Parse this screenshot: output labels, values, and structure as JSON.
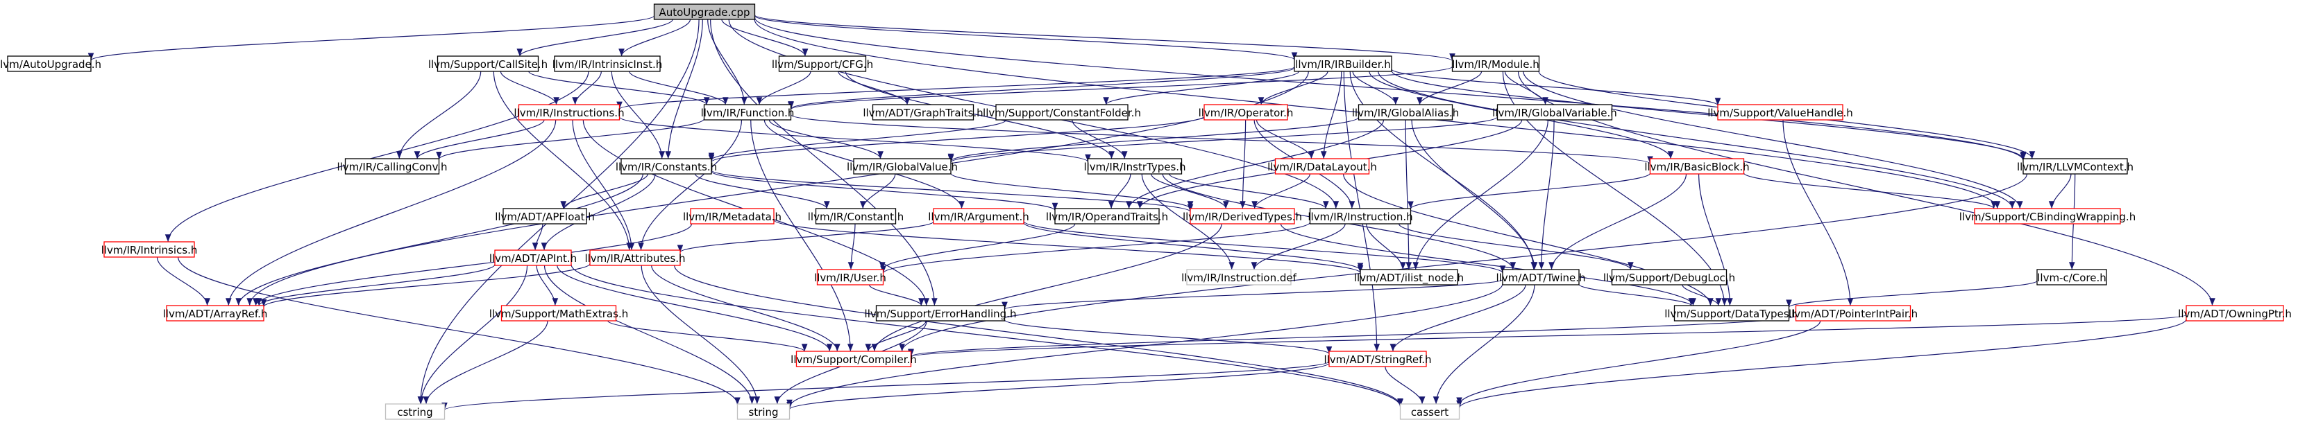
{
  "colors": {
    "edge": "#191970",
    "root_fill": "#bfbfbf",
    "root_stroke": "#000000",
    "normal_stroke": "#000000",
    "missing_stroke": "#ff0000",
    "external_stroke": "#bfbfbf",
    "text": "#000000"
  },
  "nodes": [
    {
      "id": "root",
      "label": "AutoUpgrade.cpp",
      "style": "root"
    },
    {
      "id": "autoup",
      "label": "llvm/AutoUpgrade.h",
      "style": "normal"
    },
    {
      "id": "callsite",
      "label": "llvm/Support/CallSite.h",
      "style": "normal"
    },
    {
      "id": "intrinsicinst",
      "label": "llvm/IR/IntrinsicInst.h",
      "style": "normal"
    },
    {
      "id": "cfg",
      "label": "llvm/Support/CFG.h",
      "style": "normal"
    },
    {
      "id": "irbuilder",
      "label": "llvm/IR/IRBuilder.h",
      "style": "normal"
    },
    {
      "id": "module",
      "label": "llvm/IR/Module.h",
      "style": "normal"
    },
    {
      "id": "instructions",
      "label": "llvm/IR/Instructions.h",
      "style": "missing"
    },
    {
      "id": "function",
      "label": "llvm/IR/Function.h",
      "style": "normal"
    },
    {
      "id": "graphtraits",
      "label": "llvm/ADT/GraphTraits.h",
      "style": "normal"
    },
    {
      "id": "constantfolder",
      "label": "llvm/Support/ConstantFolder.h",
      "style": "normal"
    },
    {
      "id": "operator",
      "label": "llvm/IR/Operator.h",
      "style": "missing"
    },
    {
      "id": "globalalias",
      "label": "llvm/IR/GlobalAlias.h",
      "style": "normal"
    },
    {
      "id": "globalvariable",
      "label": "llvm/IR/GlobalVariable.h",
      "style": "normal"
    },
    {
      "id": "valuehandle",
      "label": "llvm/Support/ValueHandle.h",
      "style": "missing"
    },
    {
      "id": "llvmcontext",
      "label": "llvm/IR/LLVMContext.h",
      "style": "normal"
    },
    {
      "id": "callingconv",
      "label": "llvm/IR/CallingConv.h",
      "style": "normal"
    },
    {
      "id": "constants",
      "label": "llvm/IR/Constants.h",
      "style": "normal"
    },
    {
      "id": "globalvalue",
      "label": "llvm/IR/GlobalValue.h",
      "style": "normal"
    },
    {
      "id": "instrtypes",
      "label": "llvm/IR/InstrTypes.h",
      "style": "normal"
    },
    {
      "id": "datalayout",
      "label": "llvm/IR/DataLayout.h",
      "style": "missing"
    },
    {
      "id": "basicblock",
      "label": "llvm/IR/BasicBlock.h",
      "style": "missing"
    },
    {
      "id": "intrinsics",
      "label": "llvm/IR/Intrinsics.h",
      "style": "missing"
    },
    {
      "id": "apfloat",
      "label": "llvm/ADT/APFloat.h",
      "style": "normal"
    },
    {
      "id": "metadata",
      "label": "llvm/IR/Metadata.h",
      "style": "missing"
    },
    {
      "id": "constant",
      "label": "llvm/IR/Constant.h",
      "style": "normal"
    },
    {
      "id": "argument",
      "label": "llvm/IR/Argument.h",
      "style": "missing"
    },
    {
      "id": "operandtraits",
      "label": "llvm/IR/OperandTraits.h",
      "style": "normal"
    },
    {
      "id": "derivedtypes",
      "label": "llvm/IR/DerivedTypes.h",
      "style": "missing"
    },
    {
      "id": "instruction",
      "label": "llvm/IR/Instruction.h",
      "style": "normal"
    },
    {
      "id": "cbinding",
      "label": "llvm/Support/CBindingWrapping.h",
      "style": "missing"
    },
    {
      "id": "apint",
      "label": "llvm/ADT/APInt.h",
      "style": "missing"
    },
    {
      "id": "attributes",
      "label": "llvm/IR/Attributes.h",
      "style": "missing"
    },
    {
      "id": "user",
      "label": "llvm/IR/User.h",
      "style": "missing"
    },
    {
      "id": "instructiondef",
      "label": "llvm/IR/Instruction.def",
      "style": "external"
    },
    {
      "id": "ilistnode",
      "label": "llvm/ADT/ilist_node.h",
      "style": "normal"
    },
    {
      "id": "twine",
      "label": "llvm/ADT/Twine.h",
      "style": "normal"
    },
    {
      "id": "debugloc",
      "label": "llvm/Support/DebugLoc.h",
      "style": "normal"
    },
    {
      "id": "ccore",
      "label": "llvm-c/Core.h",
      "style": "normal"
    },
    {
      "id": "arrayref",
      "label": "llvm/ADT/ArrayRef.h",
      "style": "missing"
    },
    {
      "id": "mathextras",
      "label": "llvm/Support/MathExtras.h",
      "style": "missing"
    },
    {
      "id": "errorhandling",
      "label": "llvm/Support/ErrorHandling.h",
      "style": "normal"
    },
    {
      "id": "datatypes",
      "label": "llvm/Support/DataTypes.h",
      "style": "normal"
    },
    {
      "id": "pointerintpair",
      "label": "llvm/ADT/PointerIntPair.h",
      "style": "missing"
    },
    {
      "id": "owningptr",
      "label": "llvm/ADT/OwningPtr.h",
      "style": "missing"
    },
    {
      "id": "compiler",
      "label": "llvm/Support/Compiler.h",
      "style": "missing"
    },
    {
      "id": "stringref",
      "label": "llvm/ADT/StringRef.h",
      "style": "missing"
    },
    {
      "id": "cstring",
      "label": "cstring",
      "style": "external"
    },
    {
      "id": "string",
      "label": "string",
      "style": "external"
    },
    {
      "id": "cassert",
      "label": "cassert",
      "style": "external"
    }
  ],
  "edges": [
    [
      "root",
      "autoup"
    ],
    [
      "root",
      "callsite"
    ],
    [
      "root",
      "intrinsicinst"
    ],
    [
      "root",
      "cfg"
    ],
    [
      "root",
      "irbuilder"
    ],
    [
      "root",
      "module"
    ],
    [
      "root",
      "function"
    ],
    [
      "root",
      "constants"
    ],
    [
      "root",
      "instruction"
    ],
    [
      "root",
      "llvmcontext"
    ],
    [
      "root",
      "errorhandling"
    ],
    [
      "root",
      "cstring"
    ],
    [
      "root",
      "cbinding"
    ],
    [
      "callsite",
      "instructions"
    ],
    [
      "callsite",
      "callingconv"
    ],
    [
      "callsite",
      "attributes"
    ],
    [
      "callsite",
      "function"
    ],
    [
      "intrinsicinst",
      "instructions"
    ],
    [
      "intrinsicinst",
      "constants"
    ],
    [
      "intrinsicinst",
      "function"
    ],
    [
      "intrinsicinst",
      "intrinsics"
    ],
    [
      "cfg",
      "function"
    ],
    [
      "cfg",
      "graphtraits"
    ],
    [
      "cfg",
      "instrtypes"
    ],
    [
      "irbuilder",
      "instructions"
    ],
    [
      "irbuilder",
      "function"
    ],
    [
      "irbuilder",
      "constantfolder"
    ],
    [
      "irbuilder",
      "operator"
    ],
    [
      "irbuilder",
      "globalalias"
    ],
    [
      "irbuilder",
      "basicblock"
    ],
    [
      "irbuilder",
      "datalayout"
    ],
    [
      "irbuilder",
      "valuehandle"
    ],
    [
      "irbuilder",
      "cbinding"
    ],
    [
      "irbuilder",
      "llvmcontext"
    ],
    [
      "irbuilder",
      "arrayref"
    ],
    [
      "irbuilder",
      "twine"
    ],
    [
      "irbuilder",
      "stringref"
    ],
    [
      "module",
      "function"
    ],
    [
      "module",
      "globalalias"
    ],
    [
      "module",
      "globalvariable"
    ],
    [
      "module",
      "owningptr"
    ],
    [
      "module",
      "llvmcontext"
    ],
    [
      "module",
      "cbinding"
    ],
    [
      "module",
      "datatypes"
    ],
    [
      "instructions",
      "callingconv"
    ],
    [
      "instructions",
      "instrtypes"
    ],
    [
      "instructions",
      "attributes"
    ],
    [
      "instructions",
      "arrayref"
    ],
    [
      "instructions",
      "errorhandling"
    ],
    [
      "function",
      "callingconv"
    ],
    [
      "function",
      "globalvalue"
    ],
    [
      "function",
      "basicblock"
    ],
    [
      "function",
      "argument"
    ],
    [
      "function",
      "attributes"
    ],
    [
      "function",
      "compiler"
    ],
    [
      "constantfolder",
      "constants"
    ],
    [
      "constantfolder",
      "instrtypes"
    ],
    [
      "operator",
      "derivedtypes"
    ],
    [
      "operator",
      "instruction"
    ],
    [
      "operator",
      "datalayout"
    ],
    [
      "operator",
      "constants"
    ],
    [
      "globalalias",
      "globalvalue"
    ],
    [
      "globalalias",
      "operandtraits"
    ],
    [
      "globalalias",
      "ilistnode"
    ],
    [
      "globalalias",
      "twine"
    ],
    [
      "globalvariable",
      "globalvalue"
    ],
    [
      "globalvariable",
      "operandtraits"
    ],
    [
      "globalvariable",
      "ilistnode"
    ],
    [
      "globalvariable",
      "twine"
    ],
    [
      "valuehandle",
      "pointerintpair"
    ],
    [
      "llvmcontext",
      "cbinding"
    ],
    [
      "llvmcontext",
      "compiler"
    ],
    [
      "llvmcontext",
      "ccore"
    ],
    [
      "constants",
      "constant"
    ],
    [
      "constants",
      "apint"
    ],
    [
      "constants",
      "apfloat"
    ],
    [
      "constants",
      "operandtraits"
    ],
    [
      "constants",
      "derivedtypes"
    ],
    [
      "constants",
      "arrayref"
    ],
    [
      "globalvalue",
      "constant"
    ],
    [
      "globalvalue",
      "derivedtypes"
    ],
    [
      "instrtypes",
      "instruction"
    ],
    [
      "instrtypes",
      "operandtraits"
    ],
    [
      "instrtypes",
      "derivedtypes"
    ],
    [
      "instrtypes",
      "twine"
    ],
    [
      "instrtypes",
      "instructiondef"
    ],
    [
      "datalayout",
      "derivedtypes"
    ],
    [
      "datalayout",
      "datatypes"
    ],
    [
      "basicblock",
      "instruction"
    ],
    [
      "basicblock",
      "cbinding"
    ],
    [
      "basicblock",
      "twine"
    ],
    [
      "basicblock",
      "datatypes"
    ],
    [
      "intrinsics",
      "arrayref"
    ],
    [
      "intrinsics",
      "string"
    ],
    [
      "apfloat",
      "apint"
    ],
    [
      "metadata",
      "arrayref"
    ],
    [
      "metadata",
      "ilistnode"
    ],
    [
      "constant",
      "user"
    ],
    [
      "argument",
      "attributes"
    ],
    [
      "argument",
      "twine"
    ],
    [
      "argument",
      "ilistnode"
    ],
    [
      "operandtraits",
      "user"
    ],
    [
      "derivedtypes",
      "datatypes"
    ],
    [
      "derivedtypes",
      "compiler"
    ],
    [
      "instruction",
      "user"
    ],
    [
      "instruction",
      "ilistnode"
    ],
    [
      "instruction",
      "debugloc"
    ],
    [
      "instruction",
      "instructiondef"
    ],
    [
      "apint",
      "arrayref"
    ],
    [
      "apint",
      "mathextras"
    ],
    [
      "apint",
      "compiler"
    ],
    [
      "apint",
      "cstring"
    ],
    [
      "apint",
      "string"
    ],
    [
      "apint",
      "cassert"
    ],
    [
      "attributes",
      "arrayref"
    ],
    [
      "attributes",
      "compiler"
    ],
    [
      "attributes",
      "string"
    ],
    [
      "attributes",
      "cassert"
    ],
    [
      "user",
      "errorhandling"
    ],
    [
      "twine",
      "stringref"
    ],
    [
      "twine",
      "datatypes"
    ],
    [
      "twine",
      "cassert"
    ],
    [
      "twine",
      "string"
    ],
    [
      "twine",
      "errorhandling"
    ],
    [
      "debugloc",
      "datatypes"
    ],
    [
      "ccore",
      "datatypes"
    ],
    [
      "mathextras",
      "compiler"
    ],
    [
      "mathextras",
      "cstring"
    ],
    [
      "errorhandling",
      "compiler"
    ],
    [
      "errorhandling",
      "string"
    ],
    [
      "errorhandling",
      "stringref"
    ],
    [
      "pointerintpair",
      "compiler"
    ],
    [
      "pointerintpair",
      "cassert"
    ],
    [
      "owningptr",
      "compiler"
    ],
    [
      "owningptr",
      "cassert"
    ],
    [
      "stringref",
      "cstring"
    ],
    [
      "stringref",
      "string"
    ],
    [
      "stringref",
      "cassert"
    ]
  ]
}
